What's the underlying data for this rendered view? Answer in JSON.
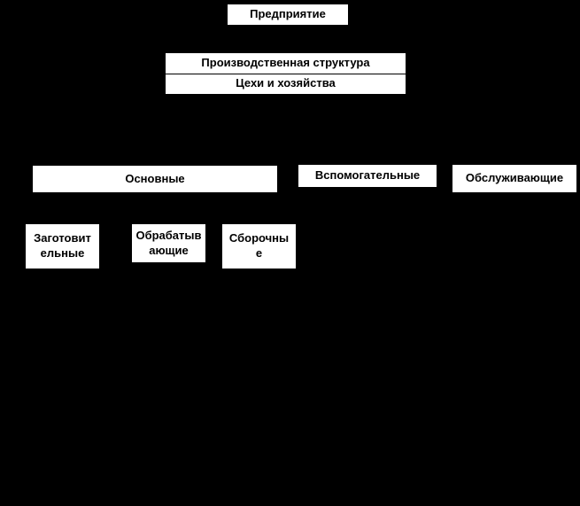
{
  "diagram": {
    "background_color": "#000000",
    "box_fill_color": "#ffffff",
    "box_text_color": "#000000",
    "nodes": {
      "enterprise": {
        "label": "Предприятие"
      },
      "structure": {
        "title": "Производственная структура",
        "subtitle": "Цехи и хозяйства"
      },
      "main": {
        "label": "Основные"
      },
      "auxiliary": {
        "label": "Вспомогательные"
      },
      "service": {
        "label": "Обслуживающие"
      },
      "procurement": {
        "label": "Заготовит\nельные"
      },
      "processing": {
        "label": "Обрабатыв\nающие"
      },
      "assembly": {
        "label": "Сборочны\nе"
      }
    }
  }
}
